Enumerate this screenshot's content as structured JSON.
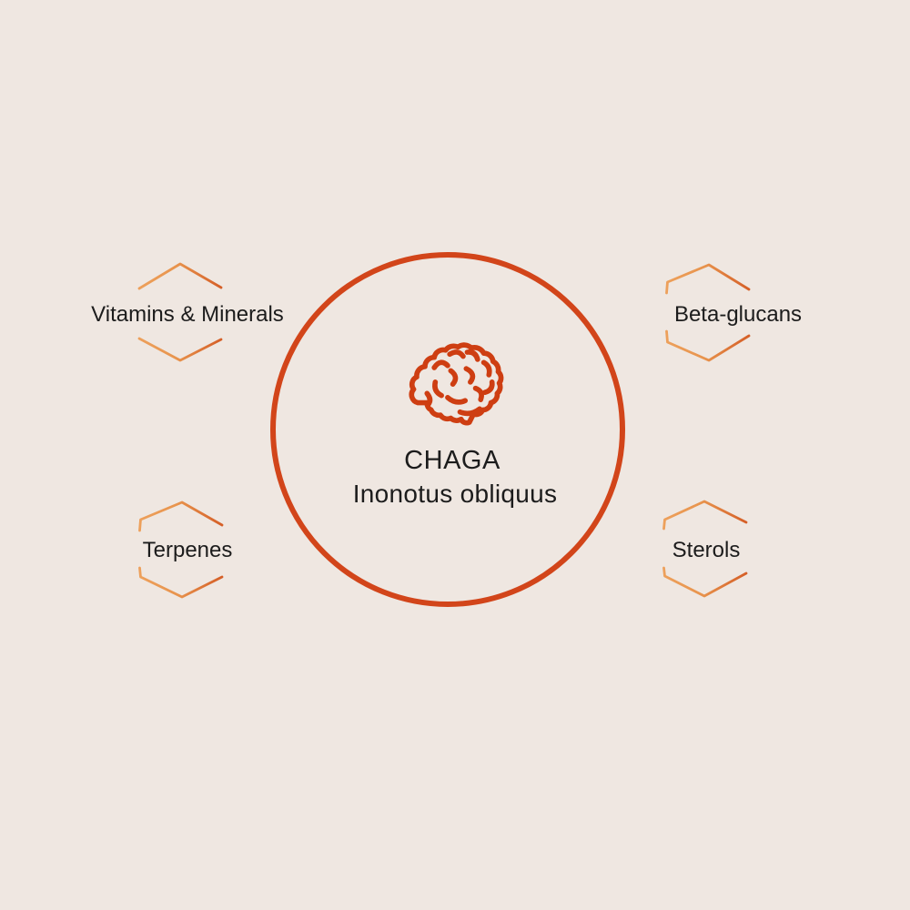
{
  "background_color": "#EFE7E1",
  "accent": {
    "circle_color": "#D2451A",
    "icon_color": "#CE3E12",
    "chevron_gradient_start": "#EDA05B",
    "chevron_gradient_end": "#D55F27",
    "text_color": "#1C1C1C"
  },
  "center": {
    "icon": "brain-icon",
    "title": "CHAGA",
    "subtitle": "Inonotus obliquus"
  },
  "labels": [
    {
      "id": "vitamins-minerals",
      "text": "Vitamins & Minerals",
      "position": "top-left",
      "decoration": "plain-chevrons"
    },
    {
      "id": "beta-glucans",
      "text": "Beta-glucans",
      "position": "top-right",
      "decoration": "hex-brackets"
    },
    {
      "id": "terpenes",
      "text": "Terpenes",
      "position": "bottom-left",
      "decoration": "hex-brackets"
    },
    {
      "id": "sterols",
      "text": "Sterols",
      "position": "bottom-right",
      "decoration": "hex-brackets"
    }
  ]
}
